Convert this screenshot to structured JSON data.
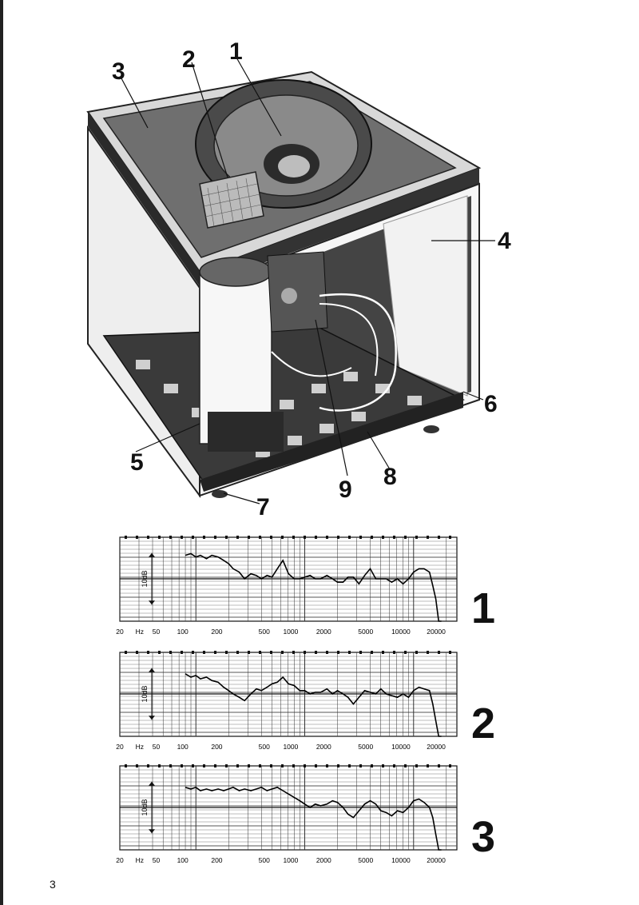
{
  "page_number": "3",
  "callouts": [
    "1",
    "2",
    "3",
    "4",
    "5",
    "6",
    "7",
    "8",
    "9"
  ],
  "x_ticks": [
    "20",
    "Hz",
    "50",
    "100",
    "200",
    "500",
    "1000",
    "2000",
    "5000",
    "10000",
    "20000"
  ],
  "chart_data": [
    {
      "type": "line",
      "label": "1",
      "scale_label": "10dB",
      "x_scale": "log",
      "xlim": [
        20,
        25000
      ],
      "x": [
        80,
        90,
        100,
        110,
        125,
        140,
        160,
        180,
        200,
        220,
        250,
        280,
        320,
        360,
        400,
        450,
        500,
        560,
        630,
        710,
        800,
        900,
        1000,
        1120,
        1250,
        1400,
        1600,
        1800,
        2000,
        2250,
        2500,
        2800,
        3150,
        3550,
        4000,
        4500,
        5000,
        5600,
        6300,
        7100,
        8000,
        9000,
        10000,
        11200,
        12500,
        14000,
        15000,
        16000,
        17000,
        18000
      ],
      "y": [
        7,
        7.5,
        6.5,
        7,
        6,
        7,
        6.5,
        5.5,
        4.5,
        3,
        2,
        0,
        1.5,
        1,
        0,
        1,
        0.5,
        3,
        5.5,
        1.5,
        0,
        0,
        0.5,
        1,
        0,
        0,
        1,
        0,
        -1,
        -1,
        0.5,
        0.5,
        -1.5,
        1,
        3,
        0,
        0,
        0,
        -1,
        0,
        -1.5,
        0,
        2,
        3,
        3,
        2,
        -2,
        -6,
        -13,
        -20
      ]
    },
    {
      "type": "line",
      "label": "2",
      "scale_label": "10dB",
      "x_scale": "log",
      "xlim": [
        20,
        25000
      ],
      "x": [
        80,
        90,
        100,
        110,
        125,
        140,
        160,
        180,
        200,
        220,
        250,
        280,
        320,
        360,
        400,
        450,
        500,
        560,
        630,
        710,
        800,
        900,
        1000,
        1120,
        1250,
        1400,
        1600,
        1800,
        2000,
        2250,
        2500,
        2800,
        3150,
        3550,
        4000,
        4500,
        5000,
        5600,
        6300,
        7100,
        8000,
        9000,
        10000,
        11200,
        12500,
        14000,
        15000,
        16000,
        17000,
        18000
      ],
      "y": [
        6,
        5,
        5.5,
        4.5,
        5,
        4,
        3.5,
        2,
        1,
        0,
        -1,
        -2,
        0,
        1.5,
        1,
        2,
        3,
        3.5,
        5,
        3,
        2.5,
        1,
        1,
        0,
        0.5,
        0.5,
        1.5,
        0,
        1,
        0,
        -1,
        -3,
        -1,
        1,
        0.5,
        0,
        1.5,
        0,
        -0.5,
        -1,
        0,
        -1,
        1,
        2,
        1.5,
        1,
        -3,
        -8,
        -15,
        -20
      ]
    },
    {
      "type": "line",
      "label": "3",
      "scale_label": "10dB",
      "x_scale": "log",
      "xlim": [
        20,
        25000
      ],
      "x": [
        80,
        90,
        100,
        110,
        125,
        140,
        160,
        180,
        200,
        220,
        250,
        280,
        320,
        360,
        400,
        450,
        500,
        560,
        630,
        710,
        800,
        900,
        1000,
        1120,
        1250,
        1400,
        1600,
        1800,
        2000,
        2250,
        2500,
        2800,
        3150,
        3550,
        4000,
        4500,
        5000,
        5600,
        6300,
        7100,
        8000,
        9000,
        10000,
        11200,
        12500,
        14000,
        15000,
        16000,
        17000,
        18000
      ],
      "y": [
        6,
        5.5,
        6,
        5,
        5.5,
        5,
        5.5,
        5,
        5.5,
        6,
        5,
        5.5,
        5,
        5.5,
        6,
        5,
        5.5,
        6,
        5,
        4,
        3,
        2,
        1,
        0,
        1,
        0.5,
        1,
        2,
        1.5,
        0,
        -2,
        -3,
        -1,
        1,
        2,
        1,
        -1,
        -1.5,
        -2.5,
        -1,
        -1.5,
        0,
        2,
        2.5,
        1.5,
        0,
        -3,
        -8,
        -15,
        -20
      ]
    }
  ]
}
